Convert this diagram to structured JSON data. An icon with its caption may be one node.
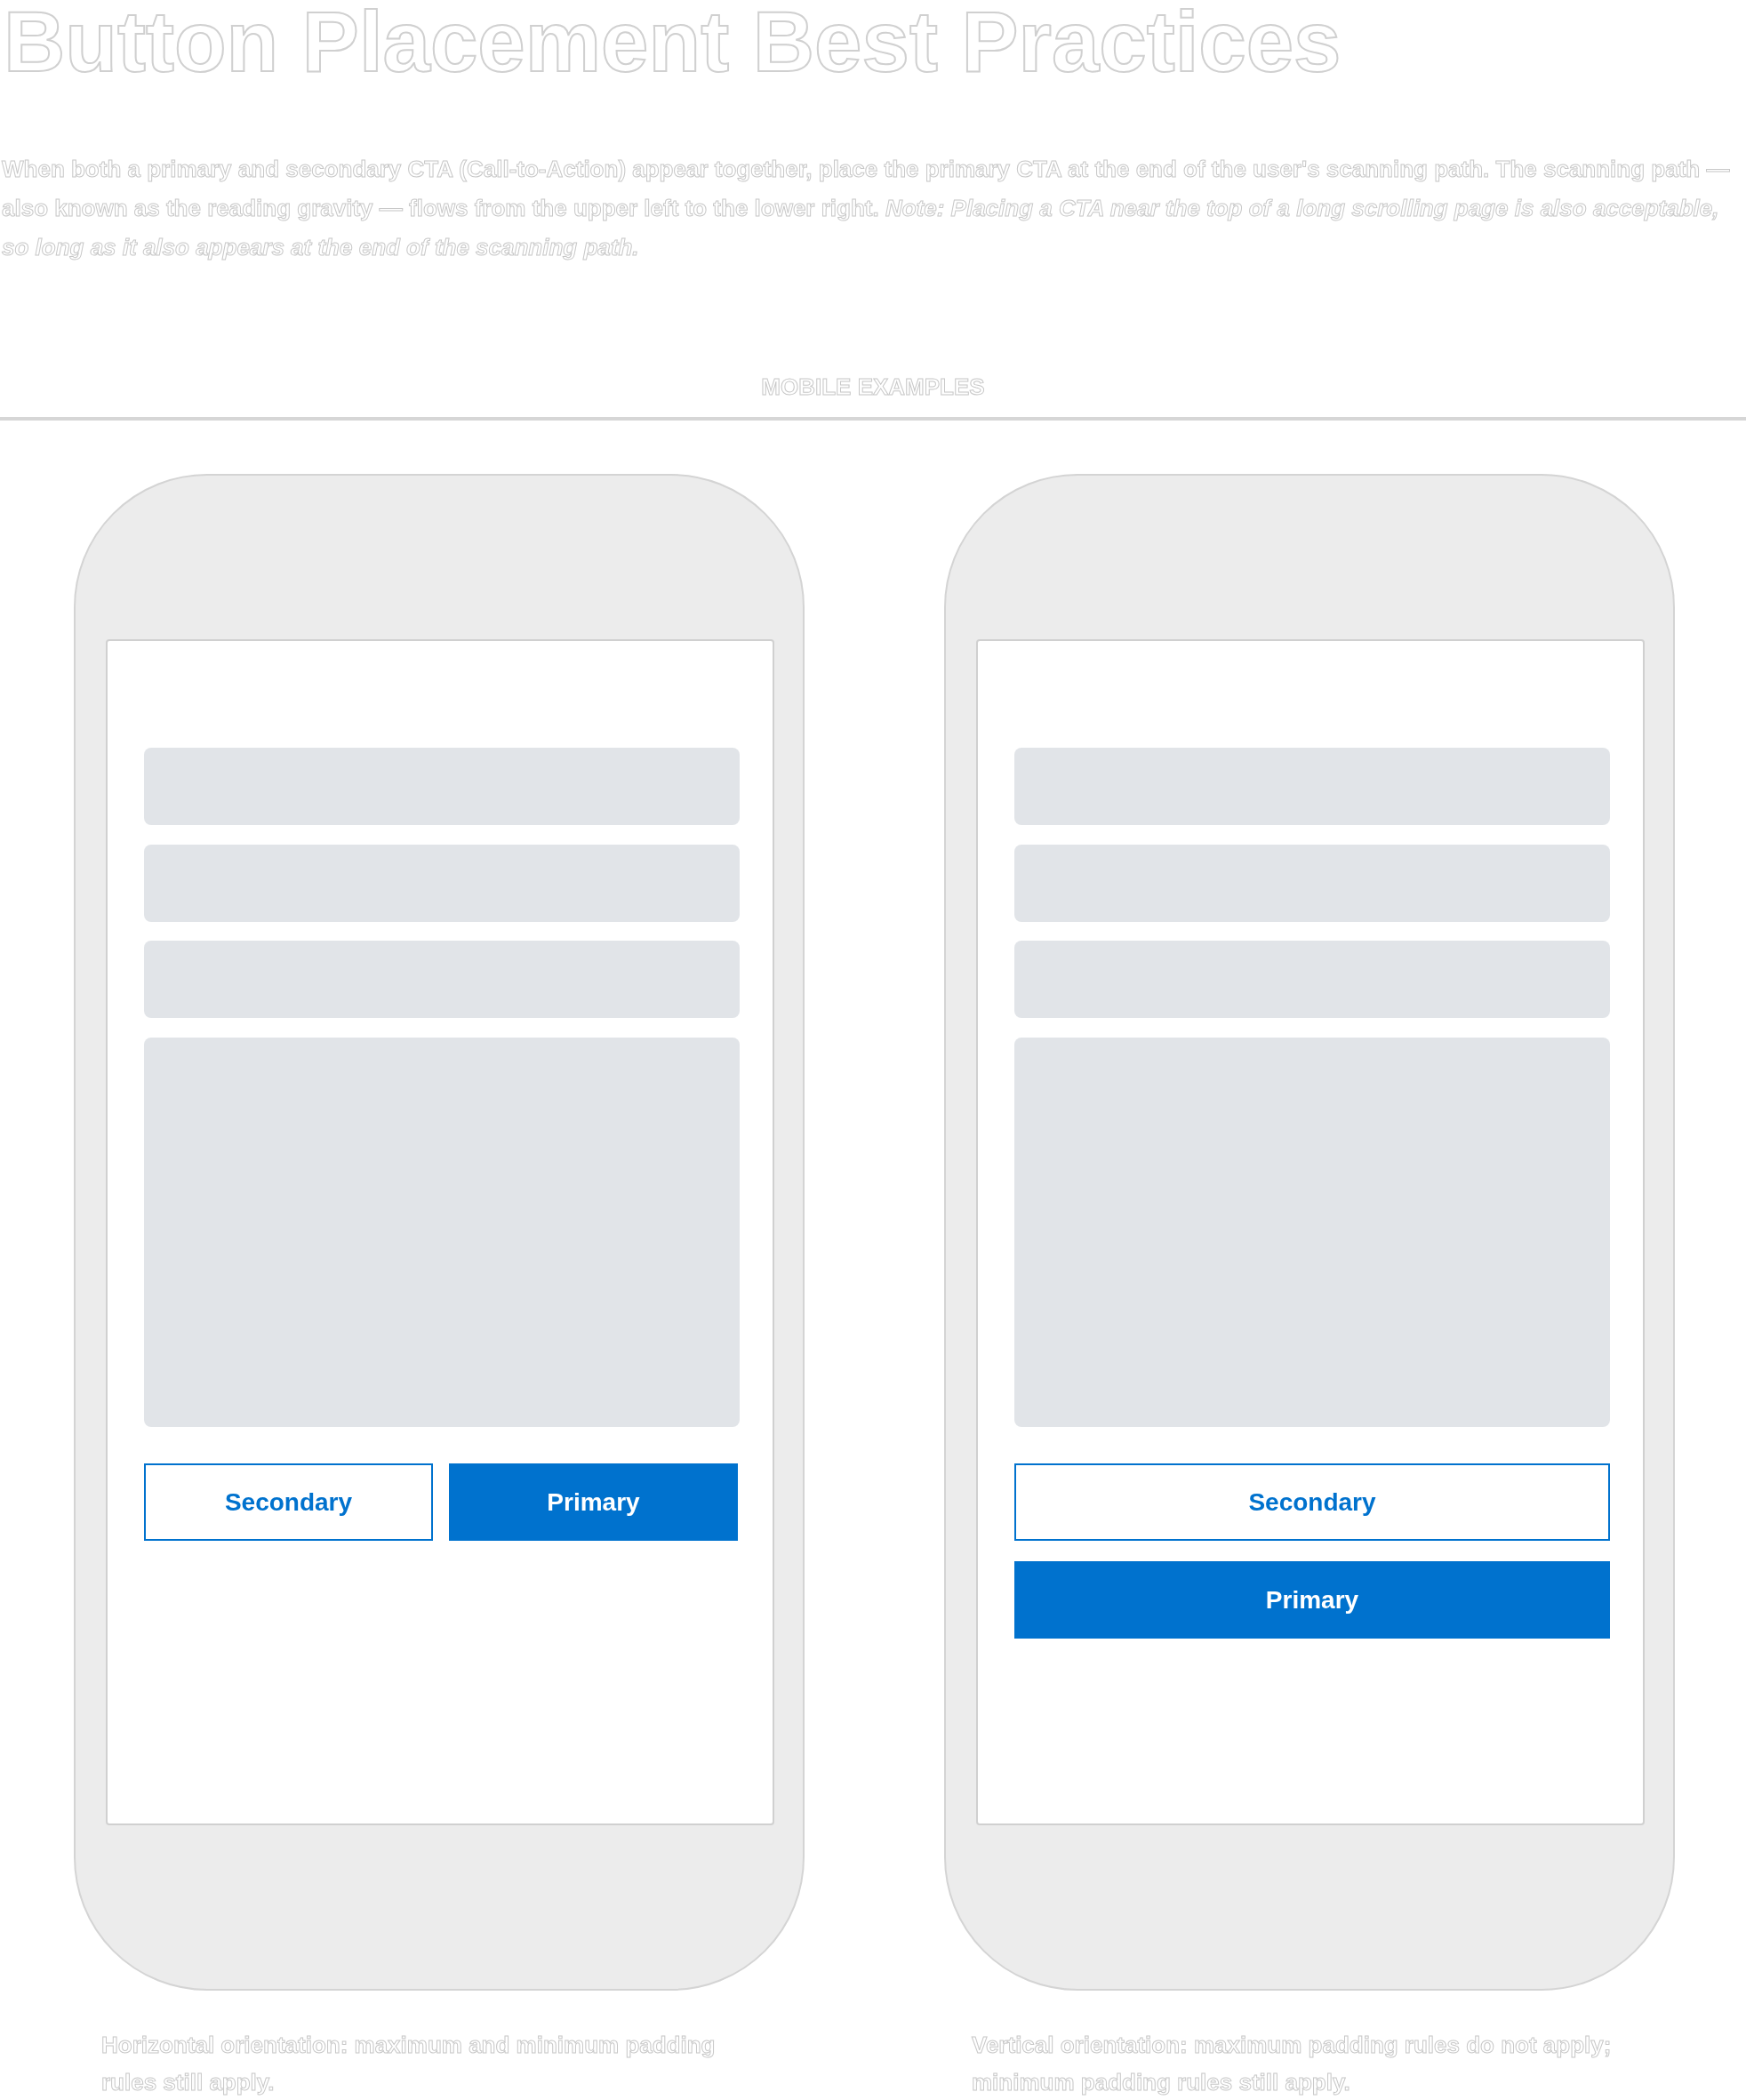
{
  "diagram": {
    "title": "Button Placement Best Practices",
    "nodes": [
      {
        "text": [],
        "shape": "box",
        "beside": [
          "Horizontal orientation: maximum and minimum padding rules still apply."
        ]
      },
      {
        "text": [],
        "shape": "box",
        "in": 0
      },
      {
        "text": [],
        "shape": "box",
        "in": 1
      },
      {
        "text": [],
        "shape": "box",
        "in": 1
      },
      {
        "text": [],
        "shape": "box",
        "in": 1
      },
      {
        "text": [],
        "shape": "box",
        "in": 1
      },
      {
        "text": [
          "Secondary"
        ],
        "in": 1
      },
      {
        "text": [
          "Primary"
        ],
        "in": 1
      },
      {
        "text": [],
        "shape": "box",
        "beside": [
          "Vertical orientation: maximum padding rules do not apply; minimum padding rules still apply."
        ]
      },
      {
        "text": [],
        "shape": "box",
        "in": 8
      },
      {
        "text": [],
        "shape": "box",
        "in": 9
      },
      {
        "text": [],
        "shape": "box",
        "in": 9
      },
      {
        "text": [],
        "shape": "box",
        "in": 9
      },
      {
        "text": [],
        "shape": "box",
        "in": 9
      },
      {
        "text": [
          "Secondary"
        ],
        "in": 9
      },
      {
        "text": [
          "Primary"
        ],
        "in": 9
      }
    ],
    "edges": [],
    "labels": [
      "When both a primary and secondary CTA (Call-to-Action) appear together, place the primary CTA at the end of the user's scanning path. The scanning path — also known as the reading gravity — flows from the upper left to the lower right. *Note: Placing a CTA near the top of a long scrolling page is also acceptable, so long as it also appears at the end of the scanning path.*",
      "MOBILE EXAMPLES"
    ]
  }
}
